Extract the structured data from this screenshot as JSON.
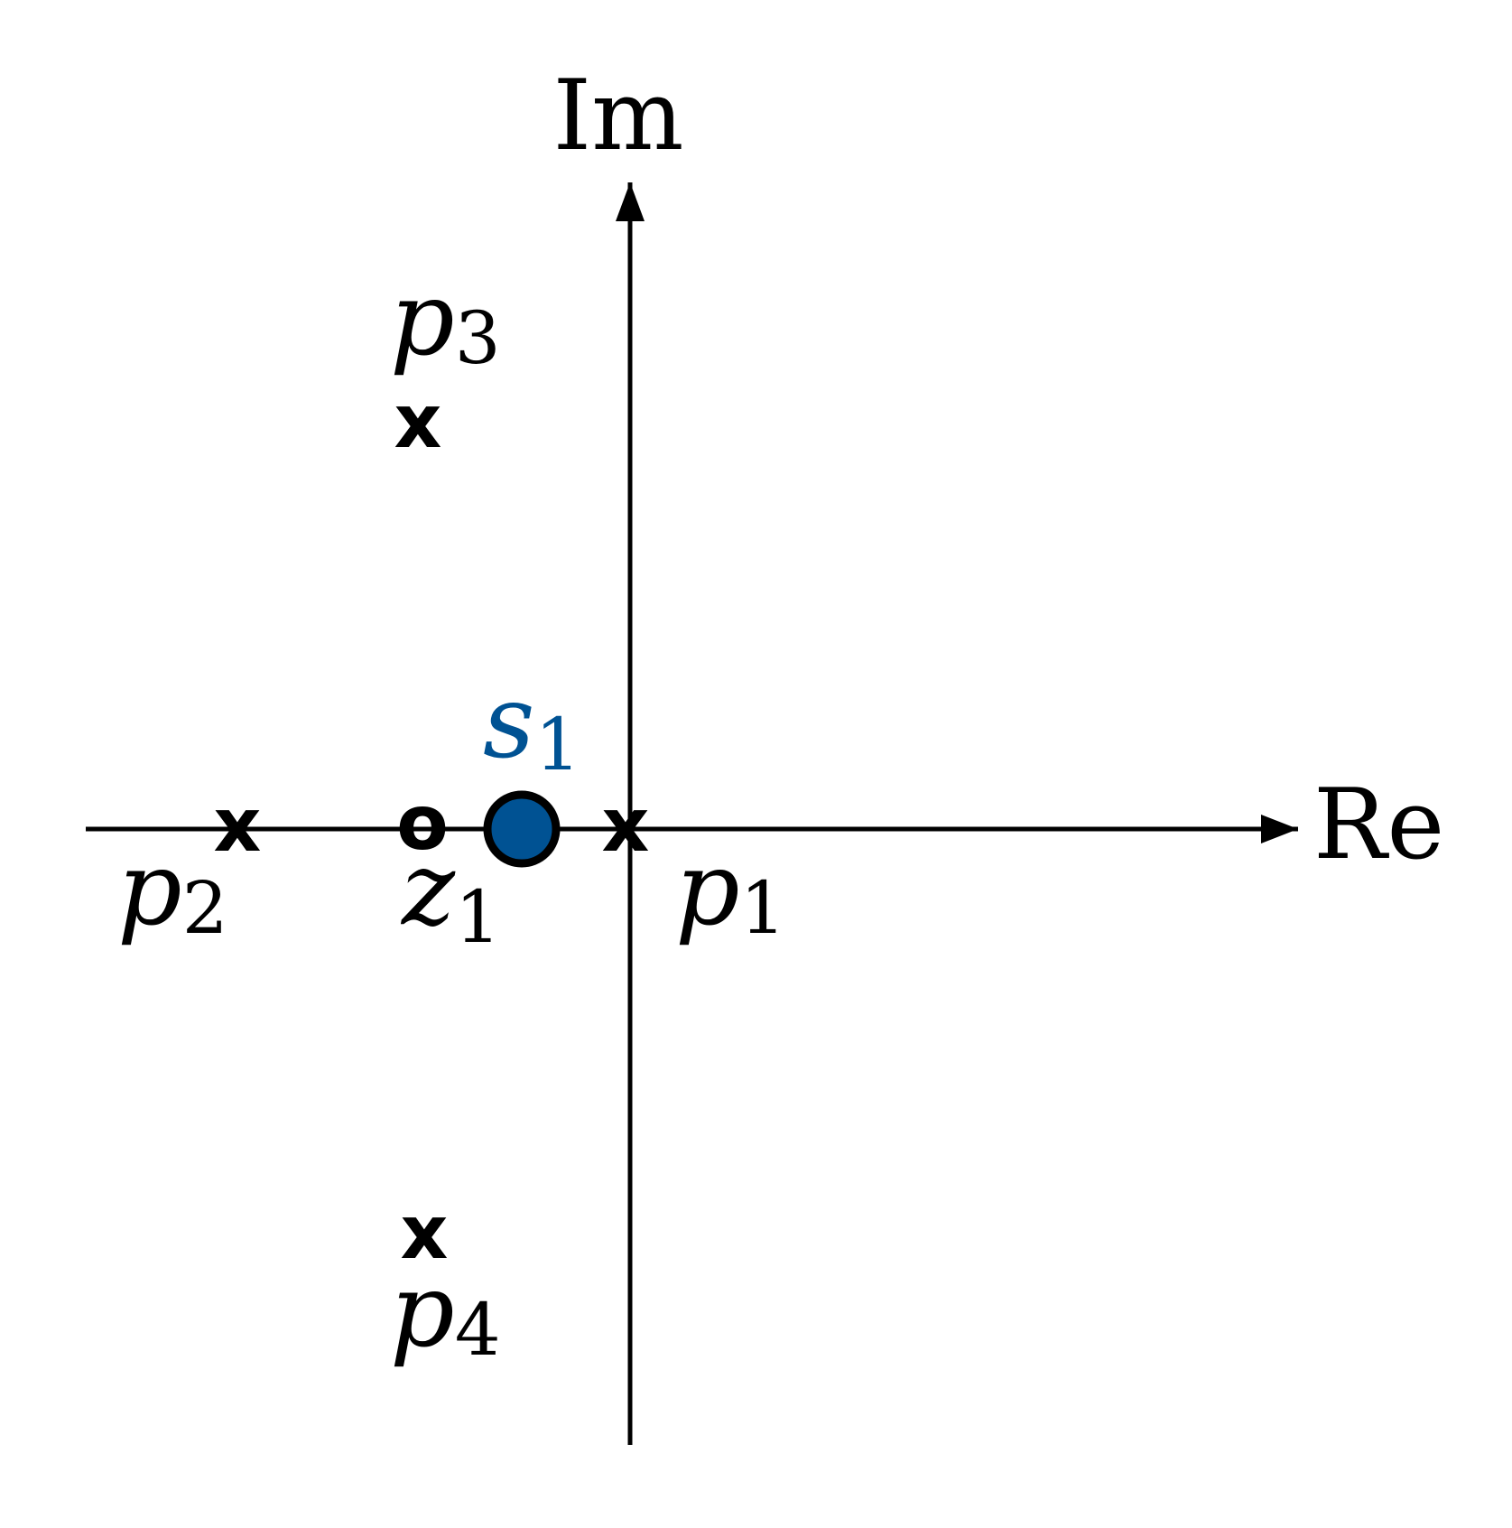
{
  "axes": {
    "real_label": "Re",
    "imag_label": "Im"
  },
  "markers": {
    "pole_glyph": "x",
    "zero_glyph": "o"
  },
  "labels": {
    "p1": {
      "base": "p",
      "sub": "1"
    },
    "p2": {
      "base": "p",
      "sub": "2"
    },
    "p3": {
      "base": "p",
      "sub": "3"
    },
    "p4": {
      "base": "p",
      "sub": "4"
    },
    "z1": {
      "base": "z",
      "sub": "1"
    },
    "s1": {
      "base": "s",
      "sub": "1"
    }
  },
  "colors": {
    "axis": "#000000",
    "text": "#000000",
    "point_fill": "#005293",
    "point_stroke": "#000000"
  }
}
